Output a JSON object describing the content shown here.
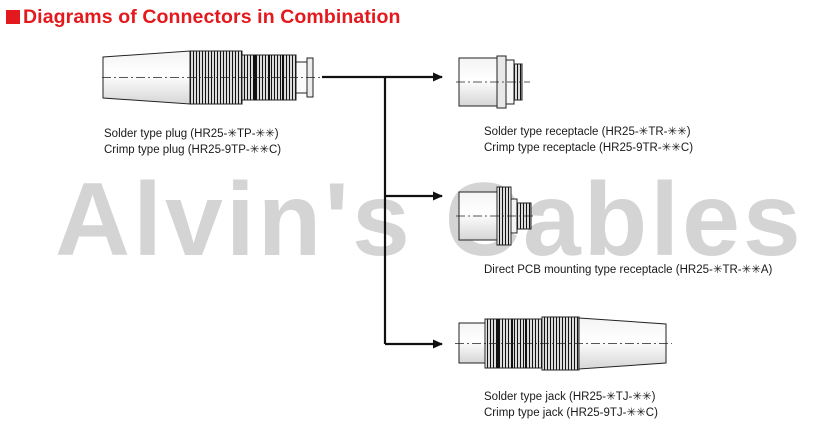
{
  "header": {
    "title": "Diagrams of Connectors in Combination",
    "accent_color": "#e3191d"
  },
  "watermark": {
    "text": "Alvin's Cables"
  },
  "plug": {
    "icon": "plug-connector-icon",
    "lines": [
      "Solder type plug (HR25-✳TP-✳✳)",
      "Crimp type plug (HR25-9TP-✳✳C)"
    ]
  },
  "receptacle": {
    "icon": "receptacle-connector-icon",
    "lines": [
      "Solder type receptacle (HR25-✳TR-✳✳)",
      "Crimp type receptacle (HR25-9TR-✳✳C)"
    ]
  },
  "pcb_receptacle": {
    "icon": "pcb-receptacle-connector-icon",
    "lines": [
      "Direct PCB mounting type receptacle (HR25-✳TR-✳✳A)"
    ]
  },
  "jack": {
    "icon": "jack-connector-icon",
    "lines": [
      "Solder type jack (HR25-✳TJ-✳✳)",
      "Crimp type jack (HR25-9TJ-✳✳C)"
    ]
  }
}
